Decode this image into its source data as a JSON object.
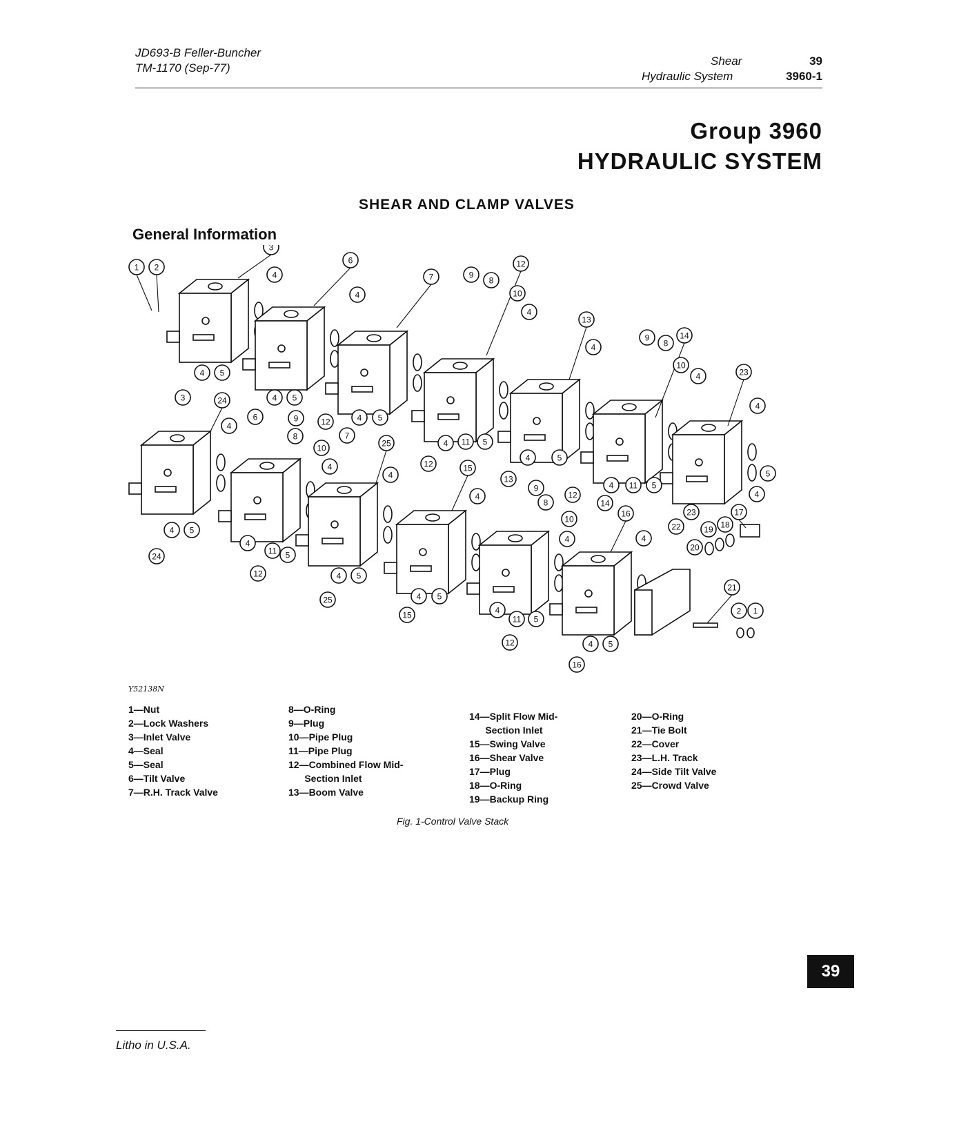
{
  "header": {
    "left_line1": "JD693-B Feller-Buncher",
    "left_line2": "TM-1170  (Sep-77)",
    "right_line1_label": "Shear",
    "right_line1_value": "39",
    "right_line2_label": "Hydraulic System",
    "right_line2_value": "3960-1"
  },
  "group": {
    "line1": "Group 3960",
    "line2": "HYDRAULIC SYSTEM"
  },
  "section_title": "SHEAR AND CLAMP VALVES",
  "subheading": "General Information",
  "figure": {
    "id": "Y52138N",
    "caption": "Fig. 1-Control Valve Stack",
    "callouts": [
      "1",
      "2",
      "3",
      "4",
      "5",
      "6",
      "7",
      "8",
      "9",
      "10",
      "11",
      "12",
      "13",
      "14",
      "15",
      "16",
      "17",
      "18",
      "19",
      "20",
      "21",
      "22",
      "23",
      "24",
      "25"
    ]
  },
  "legend": {
    "col1": [
      "1—Nut",
      "2—Lock Washers",
      "3—Inlet Valve",
      "4—Seal",
      "5—Seal",
      "6—Tilt Valve",
      "7—R.H. Track Valve"
    ],
    "col2": [
      "8—O-Ring",
      "9—Plug",
      "10—Pipe Plug",
      "11—Pipe Plug",
      "12—Combined Flow Mid-",
      "      Section Inlet",
      "13—Boom Valve"
    ],
    "col3": [
      "14—Split Flow Mid-",
      "      Section Inlet",
      "15—Swing Valve",
      "16—Shear Valve",
      "17—Plug",
      "18—O-Ring",
      "19—Backup Ring"
    ],
    "col4": [
      "20—O-Ring",
      "21—Tie Bolt",
      "22—Cover",
      "23—L.H. Track",
      "24—Side Tilt Valve",
      "25—Crowd Valve"
    ]
  },
  "page_tab": "39",
  "footer": "Litho in U.S.A."
}
